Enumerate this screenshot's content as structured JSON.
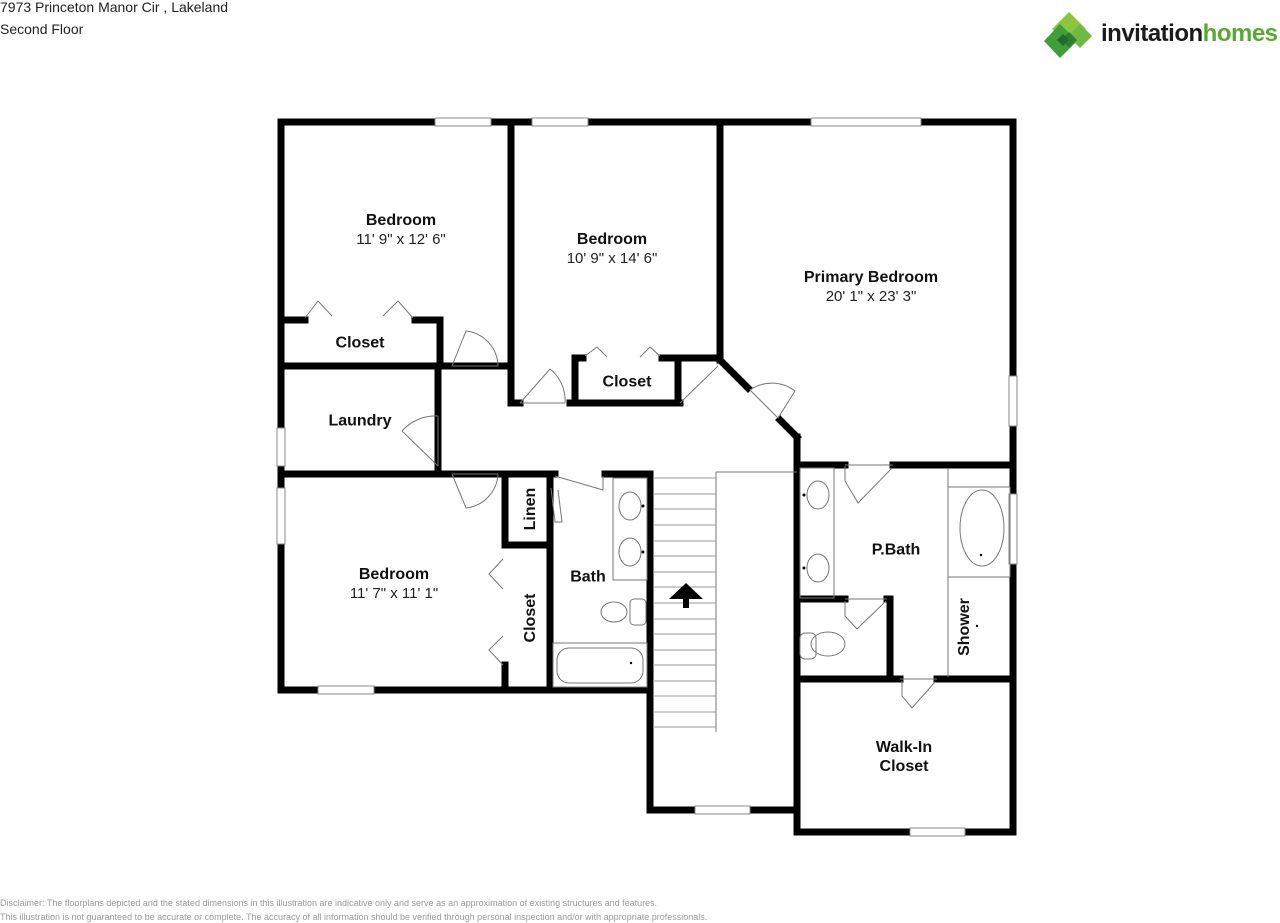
{
  "header": {
    "address": "7973 Princeton Manor Cir , Lakeland",
    "floor": "Second Floor"
  },
  "logo": {
    "word1": "invitation",
    "word2": "homes",
    "brand_green": "#5aa832",
    "icon": "diamond-cluster-logo-icon"
  },
  "rooms": {
    "bedroom1": {
      "name": "Bedroom",
      "dims": "11' 9\" x 12' 6\""
    },
    "bedroom2": {
      "name": "Bedroom",
      "dims": "10' 9\" x 14' 6\""
    },
    "primary_bedroom": {
      "name": "Primary Bedroom",
      "dims": "20' 1\" x 23' 3\""
    },
    "bedroom3": {
      "name": "Bedroom",
      "dims": "11' 7\" x 11' 1\""
    },
    "closet1": {
      "name": "Closet"
    },
    "closet2": {
      "name": "Closet"
    },
    "closet3": {
      "name": "Closet"
    },
    "laundry": {
      "name": "Laundry"
    },
    "linen": {
      "name": "Linen"
    },
    "bath": {
      "name": "Bath"
    },
    "p_bath": {
      "name": "P.Bath"
    },
    "shower": {
      "name": "Shower"
    },
    "walk_in_closet": {
      "line1": "Walk-In",
      "line2": "Closet"
    }
  },
  "stairs": {
    "direction": "up",
    "icon": "arrow-up-icon"
  },
  "disclaimer": {
    "line1": "Disclaimer: The floorplans depicted and the stated dimensions in this illustration are indicative only and serve as an approximation of existing structures and features.",
    "line2": "This illustration is not guaranteed to be accurate or complete. The accuracy of all information should be verified through personal inspection and/or with appropriate professionals."
  }
}
